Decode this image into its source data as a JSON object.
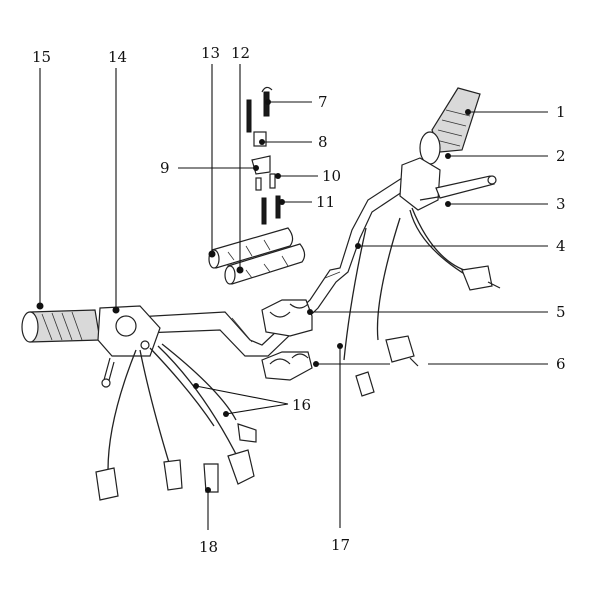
{
  "callouts": [
    {
      "id": "15",
      "label": "15"
    },
    {
      "id": "14",
      "label": "14"
    },
    {
      "id": "13",
      "label": "13"
    },
    {
      "id": "12",
      "label": "12"
    },
    {
      "id": "7",
      "label": "7"
    },
    {
      "id": "8",
      "label": "8"
    },
    {
      "id": "9",
      "label": "9"
    },
    {
      "id": "10",
      "label": "10"
    },
    {
      "id": "11",
      "label": "11"
    },
    {
      "id": "1",
      "label": "1"
    },
    {
      "id": "2",
      "label": "2"
    },
    {
      "id": "3",
      "label": "3"
    },
    {
      "id": "4",
      "label": "4"
    },
    {
      "id": "5",
      "label": "5"
    },
    {
      "id": "6",
      "label": "6"
    },
    {
      "id": "16",
      "label": "16"
    },
    {
      "id": "17",
      "label": "17"
    },
    {
      "id": "18",
      "label": "18"
    }
  ]
}
